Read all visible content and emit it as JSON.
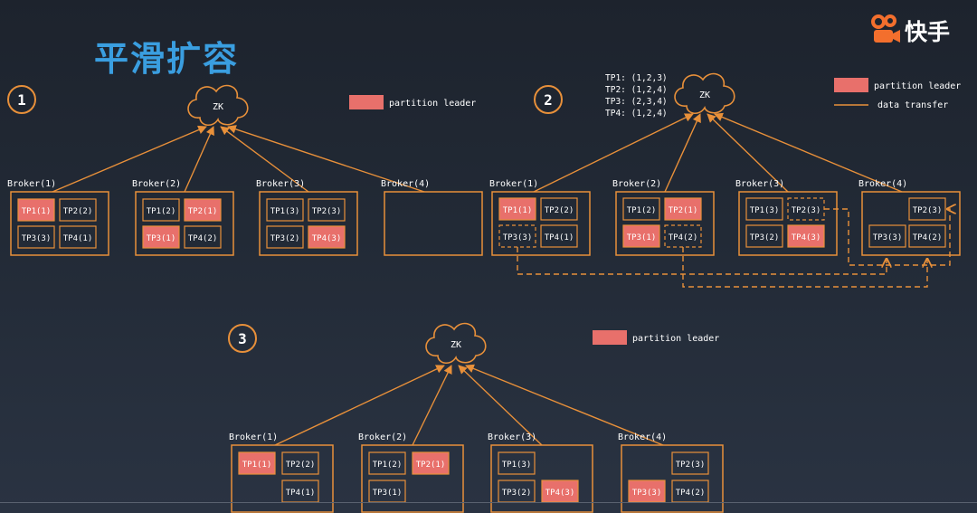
{
  "page": {
    "title": "平滑扩容"
  },
  "logo": {
    "text": "快手",
    "icon": "kuaishou-camera-icon"
  },
  "colors": {
    "background": "#232b38",
    "title": "#3a9ee0",
    "orange": "#e8903a",
    "leader_fill": "#e8706b",
    "text": "#ffffff",
    "logo_mark": "#f36f2d"
  },
  "legend": {
    "leader": "partition leader",
    "transfer": "data transfer"
  },
  "zk_label": "ZK",
  "panels": [
    {
      "step": "1",
      "brokers": [
        {
          "label": "Broker(1)",
          "cells": [
            {
              "t": "TP1(1)",
              "leader": true
            },
            {
              "t": "TP2(2)"
            },
            {
              "t": "TP3(3)"
            },
            {
              "t": "TP4(1)"
            }
          ]
        },
        {
          "label": "Broker(2)",
          "cells": [
            {
              "t": "TP1(2)"
            },
            {
              "t": "TP2(1)",
              "leader": true
            },
            {
              "t": "TP3(1)",
              "leader": true
            },
            {
              "t": "TP4(2)"
            }
          ]
        },
        {
          "label": "Broker(3)",
          "cells": [
            {
              "t": "TP1(3)"
            },
            {
              "t": "TP2(3)"
            },
            {
              "t": "TP3(2)"
            },
            {
              "t": "TP4(3)",
              "leader": true
            }
          ]
        },
        {
          "label": "Broker(4)",
          "cells": []
        }
      ]
    },
    {
      "step": "2",
      "assignment": [
        "TP1: (1,2,3)",
        "TP2: (1,2,4)",
        "TP3: (2,3,4)",
        "TP4: (1,2,4)"
      ],
      "brokers": [
        {
          "label": "Broker(1)",
          "cells": [
            {
              "t": "TP1(1)",
              "leader": true
            },
            {
              "t": "TP2(2)"
            },
            {
              "t": "TP3(3)",
              "moving": true
            },
            {
              "t": "TP4(1)"
            }
          ]
        },
        {
          "label": "Broker(2)",
          "cells": [
            {
              "t": "TP1(2)"
            },
            {
              "t": "TP2(1)",
              "leader": true
            },
            {
              "t": "TP3(1)",
              "leader": true
            },
            {
              "t": "TP4(2)",
              "moving": true
            }
          ]
        },
        {
          "label": "Broker(3)",
          "cells": [
            {
              "t": "TP1(3)"
            },
            {
              "t": "TP2(3)",
              "moving": true
            },
            {
              "t": "TP3(2)"
            },
            {
              "t": "TP4(3)",
              "leader": true
            }
          ]
        },
        {
          "label": "Broker(4)",
          "cells": [
            {
              "t": "TP2(3)"
            },
            {
              "t": "TP3(3)"
            },
            {
              "t": "TP4(2)"
            }
          ]
        }
      ]
    },
    {
      "step": "3",
      "brokers": [
        {
          "label": "Broker(1)",
          "cells": [
            {
              "t": "TP1(1)",
              "leader": true
            },
            {
              "t": "TP2(2)"
            },
            {
              "t": "TP4(1)"
            }
          ]
        },
        {
          "label": "Broker(2)",
          "cells": [
            {
              "t": "TP1(2)"
            },
            {
              "t": "TP2(1)",
              "leader": true
            },
            {
              "t": "TP3(1)"
            }
          ]
        },
        {
          "label": "Broker(3)",
          "cells": [
            {
              "t": "TP1(3)"
            },
            {
              "t": "TP3(2)"
            },
            {
              "t": "TP4(3)",
              "leader": true
            }
          ]
        },
        {
          "label": "Broker(4)",
          "cells": [
            {
              "t": "TP2(3)"
            },
            {
              "t": "TP3(3)",
              "leader": true
            },
            {
              "t": "TP4(2)"
            }
          ]
        }
      ]
    }
  ]
}
